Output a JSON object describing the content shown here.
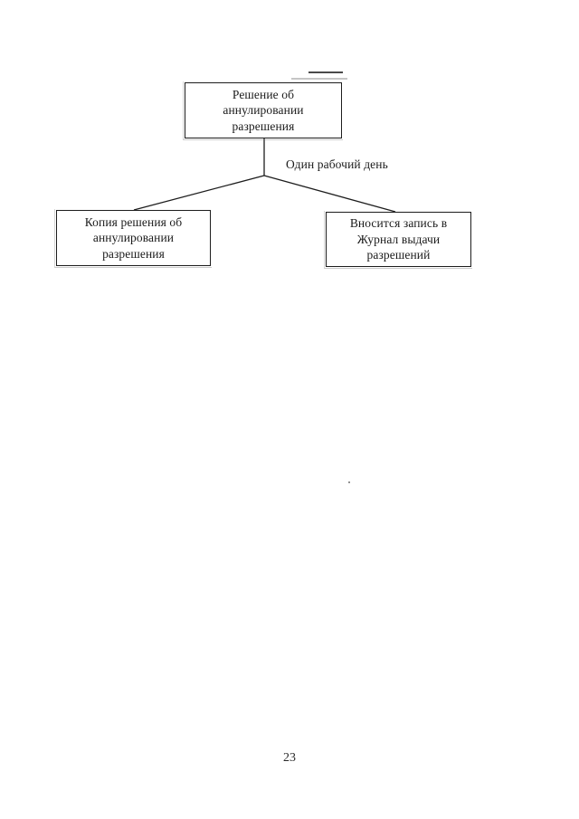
{
  "page": {
    "number": "23",
    "language": "ru",
    "background_color": "#ffffff",
    "ink_color": "#1b1b1b"
  },
  "diagram": {
    "type": "flowchart",
    "orientation": "top-down-split",
    "nodes": [
      {
        "id": "root",
        "text": "Решение об\nаннулировании\nразрешения",
        "shape": "rectangle"
      },
      {
        "id": "copy",
        "text": "Копия решения об\nаннулировании\nразрешения",
        "shape": "rectangle"
      },
      {
        "id": "journal",
        "text": "Вносится запись в\nЖурнал выдачи\nразрешений",
        "shape": "rectangle"
      }
    ],
    "edges": [
      {
        "from": "root",
        "to": "junction",
        "label": ""
      },
      {
        "from": "junction",
        "to": "copy",
        "label": ""
      },
      {
        "from": "junction",
        "to": "journal",
        "label": ""
      }
    ],
    "edge_label": "Один рабочий день"
  }
}
